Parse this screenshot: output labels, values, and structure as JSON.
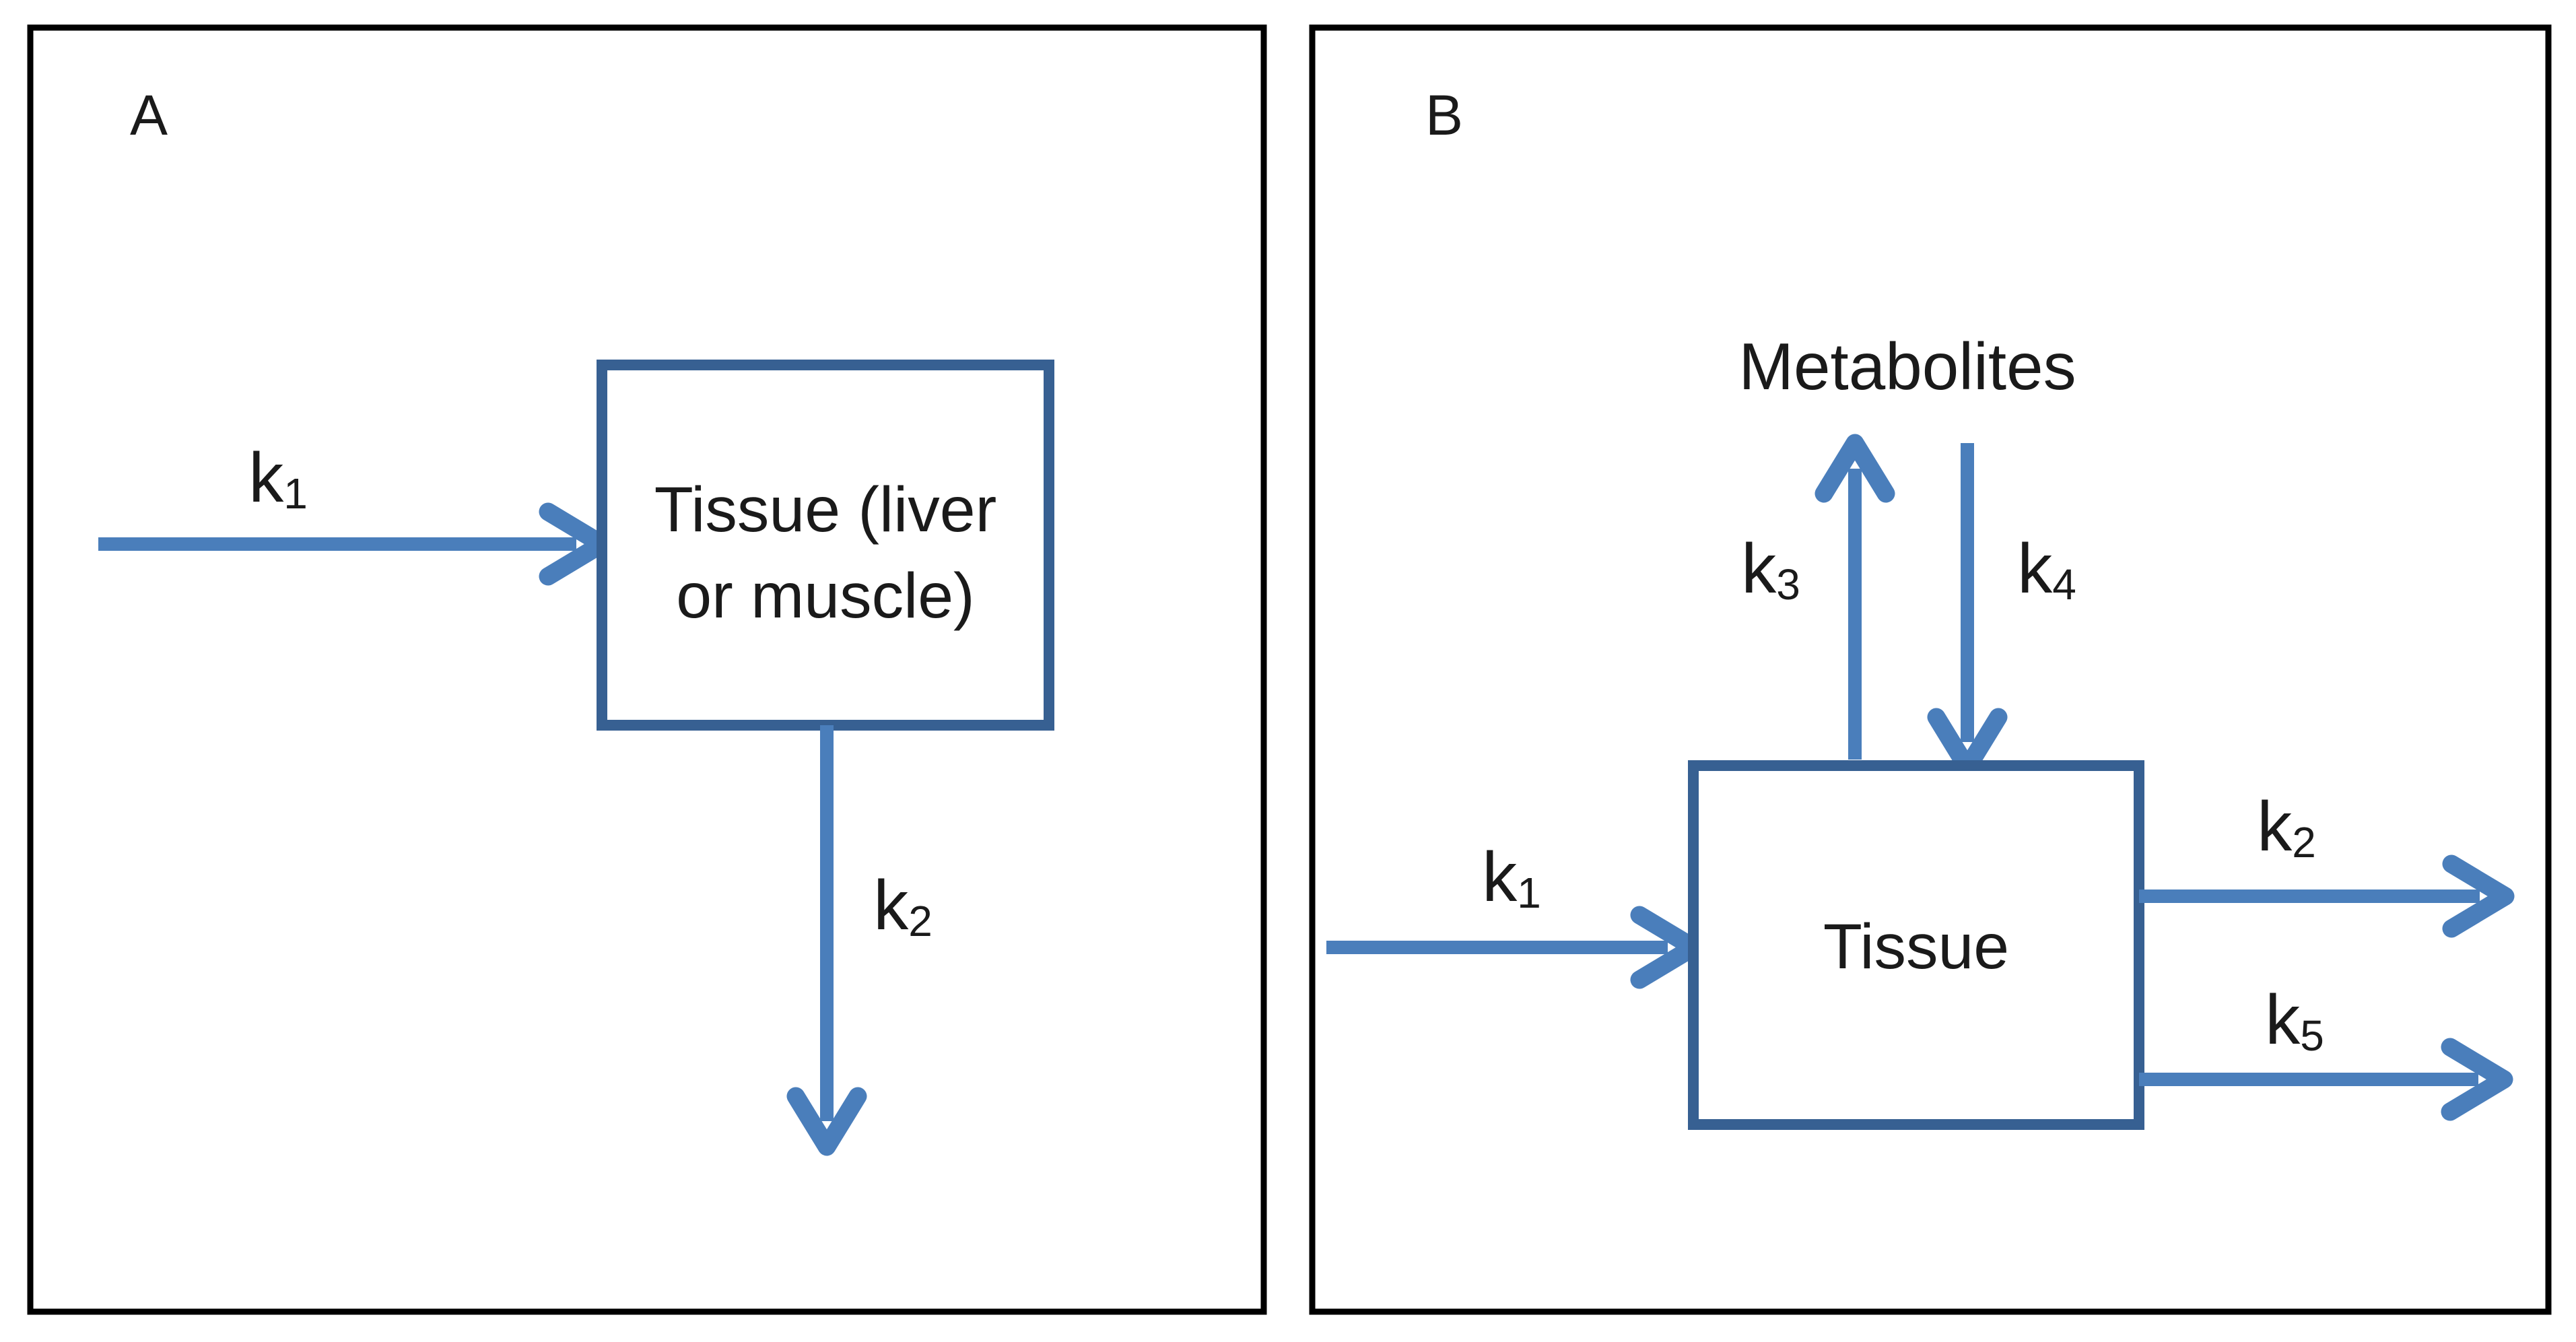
{
  "colors": {
    "background": "#ffffff",
    "panel_border": "#000000",
    "box_border": "#376092",
    "arrow": "#4a7ebb",
    "text": "#1a1a1a"
  },
  "panel_a": {
    "label": "A",
    "box": {
      "line1": "Tissue (liver",
      "line2": "or muscle)"
    },
    "arrows": {
      "k1": {
        "base": "k",
        "sub": "1"
      },
      "k2": {
        "base": "k",
        "sub": "2"
      }
    }
  },
  "panel_b": {
    "label": "B",
    "metabolites": "Metabolites",
    "box": {
      "label": "Tissue"
    },
    "arrows": {
      "k1": {
        "base": "k",
        "sub": "1"
      },
      "k2": {
        "base": "k",
        "sub": "2"
      },
      "k3": {
        "base": "k",
        "sub": "3"
      },
      "k4": {
        "base": "k",
        "sub": "4"
      },
      "k5": {
        "base": "k",
        "sub": "5"
      }
    }
  }
}
